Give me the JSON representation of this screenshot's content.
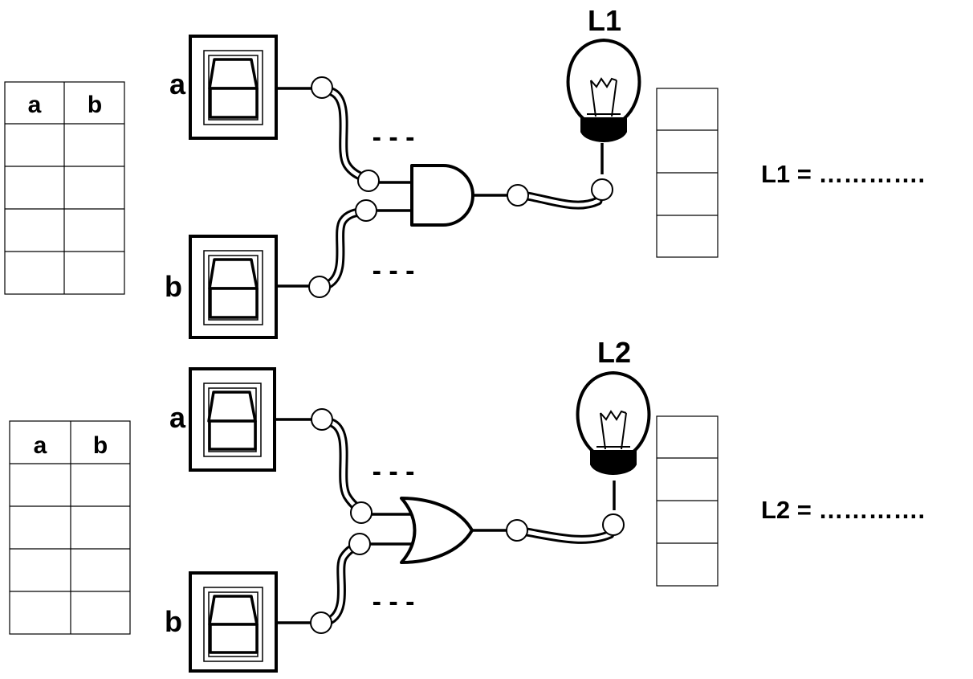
{
  "circuits": [
    {
      "id": "circuit-1",
      "gate": "AND",
      "switch_a_label": "a",
      "switch_b_label": "b",
      "lamp_label": "L1",
      "input_a_blank": "- - -",
      "input_b_blank": "- - -",
      "table_headers": [
        "a",
        "b"
      ],
      "table_rows": 4,
      "output_rows": 4,
      "equation": "L1 = …………."
    },
    {
      "id": "circuit-2",
      "gate": "OR",
      "switch_a_label": "a",
      "switch_b_label": "b",
      "lamp_label": "L2",
      "input_a_blank": "- - -",
      "input_b_blank": "- - -",
      "table_headers": [
        "a",
        "b"
      ],
      "table_rows": 4,
      "output_rows": 4,
      "equation": "L2 = …………."
    }
  ]
}
